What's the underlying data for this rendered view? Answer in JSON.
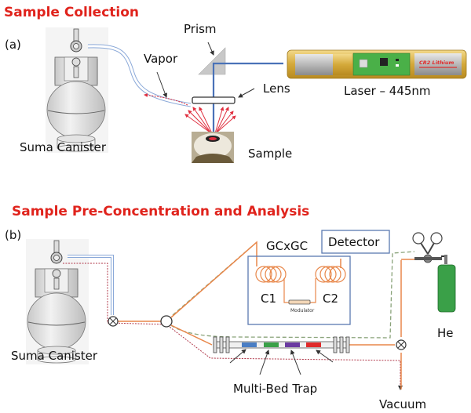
{
  "colors": {
    "heading": "#e0231c",
    "orange_line": "#e8874a",
    "blue_line": "#4a72b8",
    "red_dotted": "#b0384a",
    "green_dashed": "#8aa37a",
    "box_border": "#5a7ab0",
    "trap_blue": "#4a7ec4",
    "trap_green": "#3aa048",
    "trap_purple": "#6a3aa0",
    "trap_red": "#e02a2a",
    "he_cylinder": "#3aa048"
  },
  "panel_a": {
    "heading": "Sample Collection",
    "tag": "(a)",
    "labels": {
      "prism": "Prism",
      "vapor": "Vapor",
      "lens": "Lens",
      "laser": "Laser – 445nm",
      "canister": "Suma Canister",
      "sample": "Sample"
    },
    "battery_text": "CR2 Lithium"
  },
  "panel_b": {
    "heading": "Sample Pre-Concentration and Analysis",
    "tag": "(b)",
    "labels": {
      "gcxgc": "GCxGC",
      "detector": "Detector",
      "c1": "C1",
      "c2": "C2",
      "modulator": "Modulator",
      "he": "He",
      "canister": "Suma Canister",
      "trap": "Multi-Bed Trap",
      "vacuum": "Vacuum"
    }
  }
}
